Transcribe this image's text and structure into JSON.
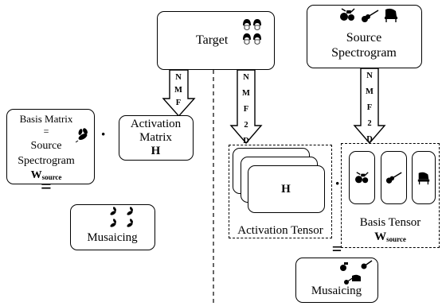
{
  "target": {
    "label": "Target"
  },
  "source": {
    "line1": "Source",
    "line2": "Spectrogram"
  },
  "arrows": {
    "left": [
      "N",
      "M",
      "F"
    ],
    "mid": [
      "N",
      "M",
      "F",
      "2",
      "D"
    ],
    "right": [
      "N",
      "M",
      "F",
      "2",
      "D"
    ]
  },
  "basis": {
    "line1": "Basis Matrix",
    "line2": "=",
    "line3": "Source",
    "line4": "Spectrogram",
    "symbol": "W",
    "subscript": "source"
  },
  "dot": "·",
  "activation": {
    "line1": "Activation",
    "line2": "Matrix",
    "symbol": "H"
  },
  "equals": "=",
  "mosaic_left": {
    "label": "Musaicing"
  },
  "tensor": {
    "symbol": "H",
    "caption": "Activation Tensor"
  },
  "basis_tensor": {
    "caption": "Basis Tensor",
    "symbol": "W",
    "subscript": "source"
  },
  "mosaic_right": {
    "label": "Musaicing"
  },
  "icons": [
    "beatles-faces-icon",
    "drum-kit-icon",
    "guitar-icon",
    "piano-icon",
    "bee-icon"
  ]
}
